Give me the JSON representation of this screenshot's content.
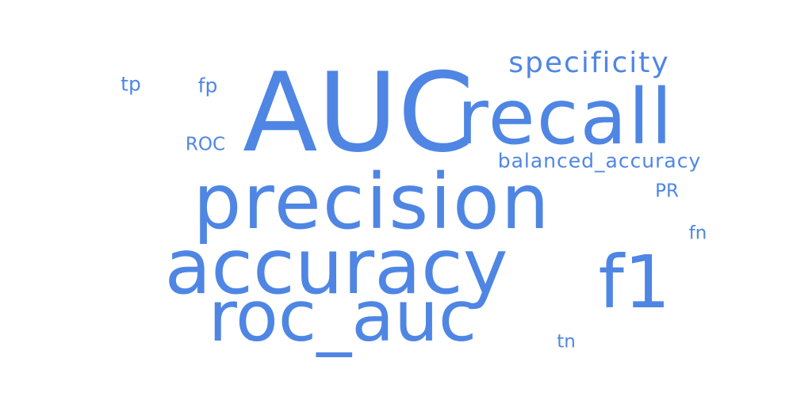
{
  "word_cloud": {
    "color": "#4f86e4",
    "words": [
      {
        "id": "auc",
        "text": "AUC"
      },
      {
        "id": "recall",
        "text": "recall"
      },
      {
        "id": "precision",
        "text": "precision"
      },
      {
        "id": "accuracy",
        "text": "accuracy"
      },
      {
        "id": "roc_auc",
        "text": "roc_auc"
      },
      {
        "id": "f1",
        "text": "f1"
      },
      {
        "id": "specificity",
        "text": "specificity"
      },
      {
        "id": "balanced_accuracy",
        "text": "balanced_accuracy"
      },
      {
        "id": "tp",
        "text": "tp"
      },
      {
        "id": "fp",
        "text": "fp"
      },
      {
        "id": "roc",
        "text": "ROC"
      },
      {
        "id": "pr",
        "text": "PR"
      },
      {
        "id": "fn",
        "text": "fn"
      },
      {
        "id": "tn",
        "text": "tn"
      }
    ]
  }
}
